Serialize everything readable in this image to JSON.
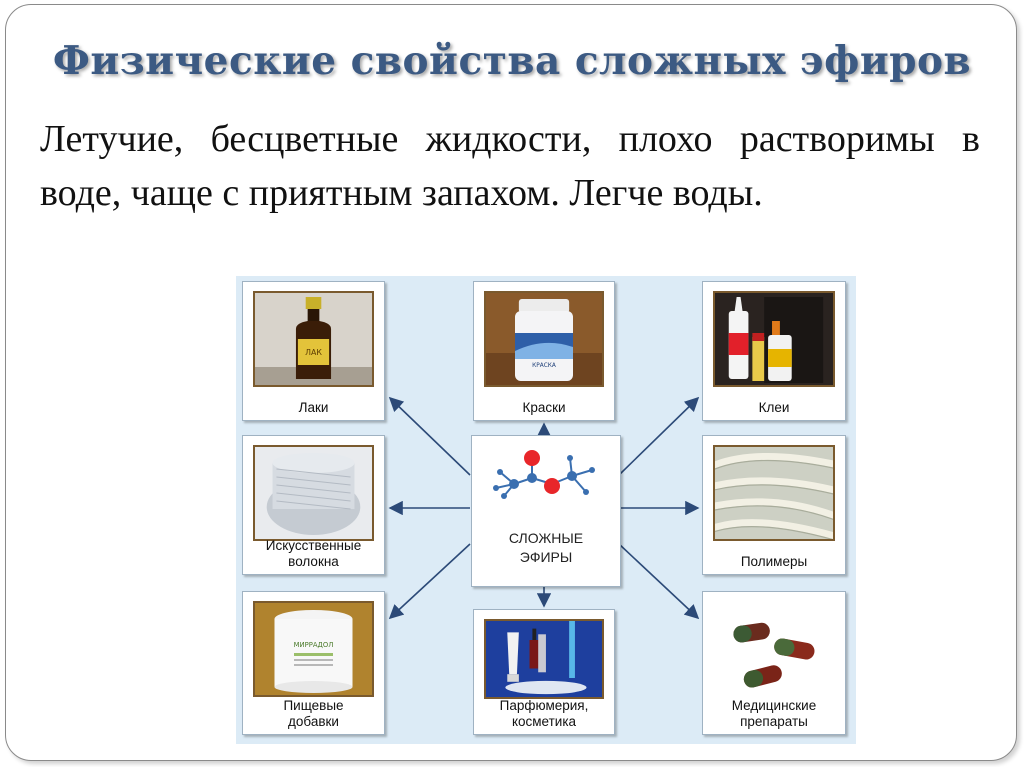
{
  "slide": {
    "title": "Физические свойства сложных эфиров",
    "text": "Летучие, бесцветные жидкости, плохо растворимы в воде, чаще с приятным запахом. Легче воды."
  },
  "diagram": {
    "center_label_line1": "СЛОЖНЫЕ",
    "center_label_line2": "ЭФИРЫ",
    "items": [
      {
        "label": "Лаки"
      },
      {
        "label": "Краски"
      },
      {
        "label": "Клеи"
      },
      {
        "label_line1": "Искусственные",
        "label_line2": "волокна"
      },
      {
        "label": "Полимеры"
      },
      {
        "label_line1": "Пищевые",
        "label_line2": "добавки"
      },
      {
        "label_line1": "Парфюмерия,",
        "label_line2": "косметика"
      },
      {
        "label_line1": "Медицинские",
        "label_line2": "препараты"
      }
    ],
    "photo_text": {
      "lacquer": "ЛАК",
      "paint": "КРАСКА",
      "food": "МИРРАДОЛ"
    }
  },
  "colors": {
    "title": "#3c5a83",
    "diagram_bg": "#dcebf6",
    "arrow": "#2c4a78",
    "atom_oxygen": "#e8262a",
    "atom_bond": "#3a6fb0"
  }
}
